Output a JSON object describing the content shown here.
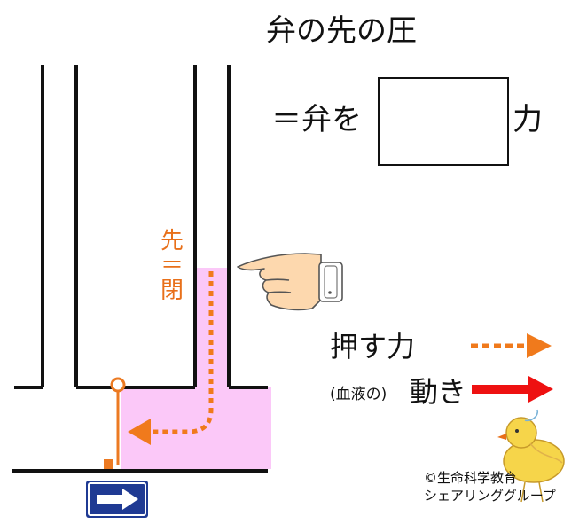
{
  "title": "弁の先の圧",
  "equation": {
    "prefix": "＝弁を",
    "suffix": "力"
  },
  "tip_label": [
    "先",
    "＝",
    "閉"
  ],
  "legend": {
    "push_label": "押す力",
    "flow_note": "(血液の)",
    "flow_label": "動き"
  },
  "credit": {
    "line1": "©生命科学教育",
    "line2": "シェアリンググループ"
  },
  "colors": {
    "blood_fill": "#fbc8f8",
    "push_arrow": "#f07a1c",
    "flow_arrow": "#ee1111",
    "valve": "#ec7a22",
    "sign_blue": "#1f3a93"
  },
  "icons": [
    "pointing-hand-icon",
    "direction-sign-icon",
    "chick-icon",
    "valve-hinge-icon"
  ]
}
